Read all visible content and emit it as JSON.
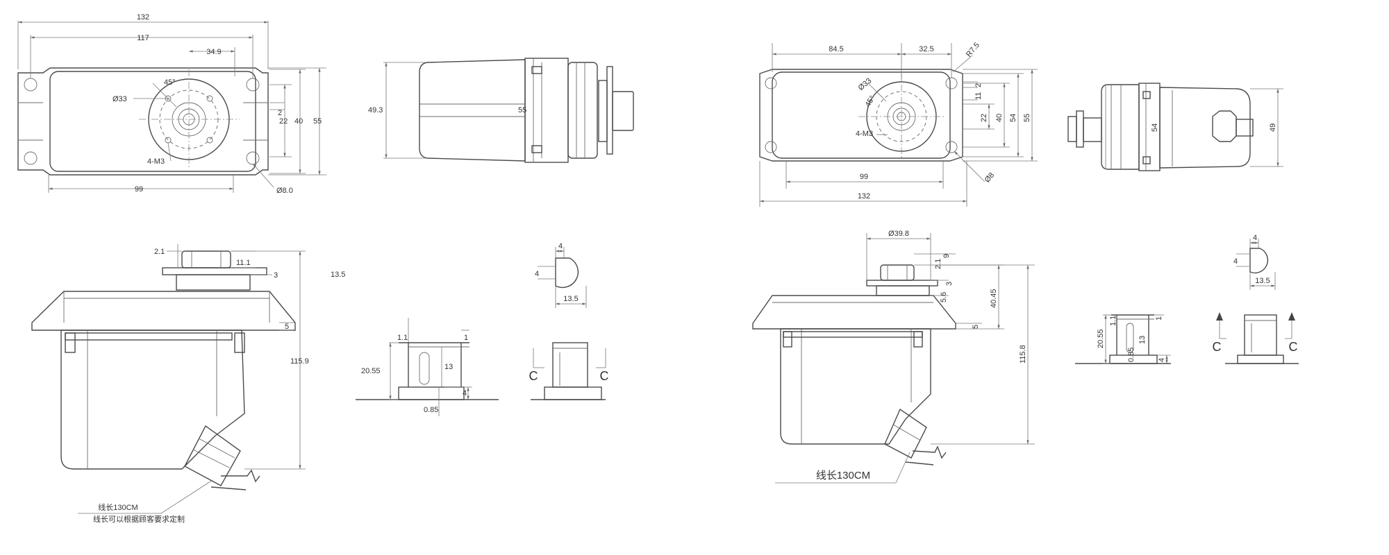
{
  "left_drawing": {
    "top_view": {
      "dims": {
        "overall_length": "132",
        "hole_spacing": "117",
        "offset": "34.9",
        "bolt_circle_dia": "Ø33",
        "angle": "45°",
        "thread": "4-M3",
        "step": "2",
        "height_inner": "22",
        "height_mid": "40",
        "height_outer": "55",
        "base_length": "99",
        "hole_dia": "Ø8.0"
      }
    },
    "side_view": {
      "dims": {
        "height_left": "49.3",
        "height_right": "55"
      }
    },
    "front_view": {
      "dims": {
        "hub_offset": "2.1",
        "hub_height": "11.1",
        "flange": "3",
        "overall_height": "115.9",
        "flange_step": "5"
      },
      "note_line1": "线长130CM",
      "note_line2": "线长可以根据顾客要求定制"
    },
    "shaft_detail": {
      "dims": {
        "stray": "13.5",
        "d1": "1.1",
        "d2": "1",
        "height": "20.55",
        "slot": "13",
        "base": "4",
        "offset": "0.85"
      }
    },
    "section_detail": {
      "dims": {
        "flat_top": "4",
        "flat_side": "4",
        "dia": "13.5"
      },
      "section_label": "C"
    }
  },
  "right_drawing": {
    "top_view": {
      "dims": {
        "offset_left": "84.5",
        "offset_right": "32.5",
        "radius": "R7.5",
        "bolt_circle_dia": "Ø33",
        "angle": "45°",
        "thread": "4-M3",
        "step_a": "2",
        "step_b": "11",
        "height_inner": "22",
        "height_mid": "40",
        "height_mid2": "54",
        "height_outer": "55",
        "base_length": "99",
        "overall_length": "132",
        "hole_dia": "Ø8"
      }
    },
    "side_view": {
      "dims": {
        "body_height": "54",
        "overall_height": "49"
      }
    },
    "front_view": {
      "dims": {
        "hub_dia": "Ø39.8",
        "top": "9",
        "hub_offset": "2.1",
        "hub_step": "3",
        "flange": "5.6",
        "hub_height": "40.45",
        "flange_step": "5",
        "overall_height": "115.8"
      },
      "note": "线长130CM"
    },
    "shaft_detail": {
      "dims": {
        "d1": "1.1",
        "d2": "1",
        "height": "20.55",
        "slot": "13",
        "base": "4",
        "offset": "0.85"
      }
    },
    "section_detail": {
      "dims": {
        "flat_top": "4",
        "flat_side": "4",
        "dia": "13.5"
      },
      "section_label": "C"
    }
  }
}
